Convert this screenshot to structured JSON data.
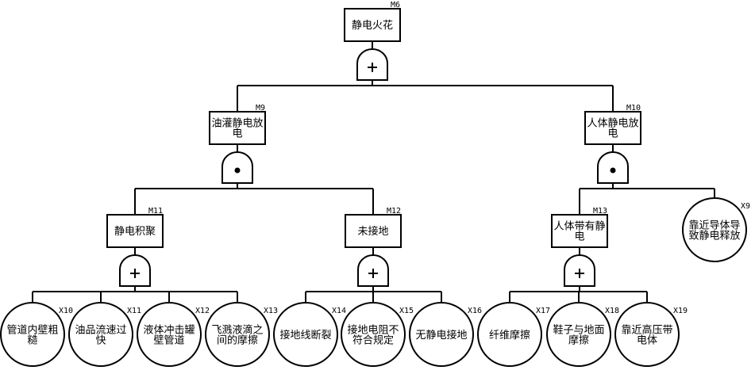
{
  "nodes": {
    "M6": {
      "code": "M6",
      "lines": [
        "静电火花"
      ],
      "type": "event",
      "gate": "or"
    },
    "M9": {
      "code": "M9",
      "lines": [
        "油灌静电放",
        "电"
      ],
      "type": "event",
      "gate": "and"
    },
    "M10": {
      "code": "M10",
      "lines": [
        "人体静电放",
        "电"
      ],
      "type": "event",
      "gate": "and"
    },
    "M11": {
      "code": "M11",
      "lines": [
        "静电积聚"
      ],
      "type": "event",
      "gate": "or"
    },
    "M12": {
      "code": "M12",
      "lines": [
        "未接地"
      ],
      "type": "event",
      "gate": "or"
    },
    "M13": {
      "code": "M13",
      "lines": [
        "人体带有静",
        "电"
      ],
      "type": "event",
      "gate": "or"
    },
    "X9": {
      "code": "X9",
      "lines": [
        "靠近导体导",
        "致静电释放"
      ],
      "type": "basic"
    },
    "X10": {
      "code": "X10",
      "lines": [
        "管道内壁粗",
        "糙"
      ],
      "type": "basic"
    },
    "X11": {
      "code": "X11",
      "lines": [
        "油品流速过",
        "快"
      ],
      "type": "basic"
    },
    "X12": {
      "code": "X12",
      "lines": [
        "液体冲击罐",
        "壁管道"
      ],
      "type": "basic"
    },
    "X13": {
      "code": "X13",
      "lines": [
        "飞溅液滴之",
        "间的摩擦"
      ],
      "type": "basic"
    },
    "X14": {
      "code": "X14",
      "lines": [
        "接地线断裂"
      ],
      "type": "basic"
    },
    "X15": {
      "code": "X15",
      "lines": [
        "接地电阻不",
        "符合规定"
      ],
      "type": "basic"
    },
    "X16": {
      "code": "X16",
      "lines": [
        "无静电接地"
      ],
      "type": "basic"
    },
    "X17": {
      "code": "X17",
      "lines": [
        "纤维摩擦"
      ],
      "type": "basic"
    },
    "X18": {
      "code": "X18",
      "lines": [
        "鞋子与地面",
        "摩擦"
      ],
      "type": "basic"
    },
    "X19": {
      "code": "X19",
      "lines": [
        "靠近高压带",
        "电体"
      ],
      "type": "basic"
    }
  },
  "edges": {
    "M6": [
      "M9",
      "M10"
    ],
    "M9": [
      "M11",
      "M12"
    ],
    "M10": [
      "M13",
      "X9"
    ],
    "M11": [
      "X10",
      "X11",
      "X12",
      "X13"
    ],
    "M12": [
      "X14",
      "X15",
      "X16"
    ],
    "M13": [
      "X17",
      "X18",
      "X19"
    ]
  }
}
